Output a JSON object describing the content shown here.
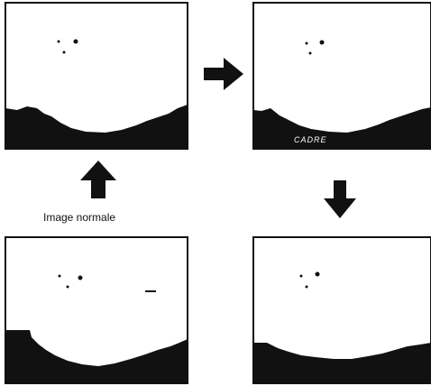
{
  "caption": "Image normale",
  "overlay_text": "CADRE",
  "colors": {
    "ink": "#111111",
    "paper": "#ffffff"
  },
  "panels": [
    {
      "id": "top-left"
    },
    {
      "id": "top-right"
    },
    {
      "id": "bottom-left"
    },
    {
      "id": "bottom-right"
    }
  ],
  "arrows": [
    {
      "direction": "right",
      "icon": "arrow-right-icon"
    },
    {
      "direction": "down",
      "icon": "arrow-down-icon"
    },
    {
      "direction": "up",
      "icon": "arrow-up-icon"
    }
  ]
}
